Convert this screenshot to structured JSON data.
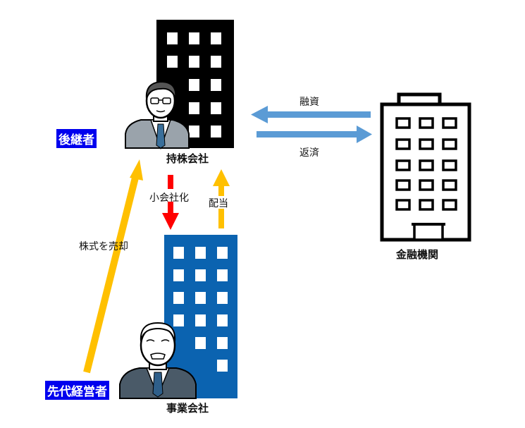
{
  "entities": {
    "holding_company": "持株会社",
    "operating_company": "事業会社",
    "financial_institution": "金融機関"
  },
  "roles": {
    "successor": "後継者",
    "previous_manager": "先代経営者"
  },
  "flows": {
    "financing": "融資",
    "repayment": "返済",
    "share_sale": "株式を売却",
    "subsidiary": "小会社化",
    "dividend": "配当"
  },
  "colors": {
    "holding_building": "#000000",
    "operating_building": "#0b63b0",
    "bank_arrow": "#5b9bd5",
    "share_arrow": "#ffc000",
    "subsidiary_arrow": "#ff0000",
    "role_bg": "#0000ee"
  }
}
